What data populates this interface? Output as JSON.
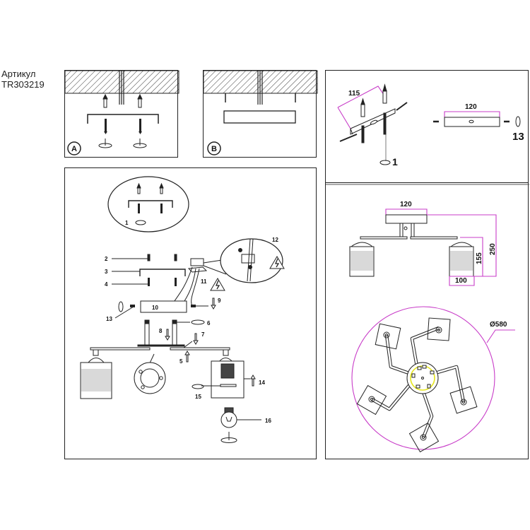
{
  "article": {
    "label": "Артикул",
    "code": "TR303219"
  },
  "panel_a": {
    "badge": "A"
  },
  "panel_b": {
    "badge": "B"
  },
  "mount_panel": {
    "dim_bracket_length": "115",
    "dim_plate_length": "120",
    "step_screw": "1",
    "step_nut": "13"
  },
  "assembly_panel": {
    "callouts": [
      "1",
      "2",
      "3",
      "4",
      "5",
      "6",
      "7",
      "8",
      "9",
      "10",
      "11",
      "12",
      "13",
      "14",
      "15",
      "16"
    ]
  },
  "dimensions_panel": {
    "canopy_width": "120",
    "shade_width": "100",
    "shade_height": "155",
    "total_height": "250"
  },
  "top_view_panel": {
    "diameter": "Ø580",
    "arms": 5
  },
  "colors": {
    "dimension": "#c83cc8",
    "highlight": "#e6e61e",
    "line": "#111111",
    "shade_fill": "#d9d9d9"
  }
}
